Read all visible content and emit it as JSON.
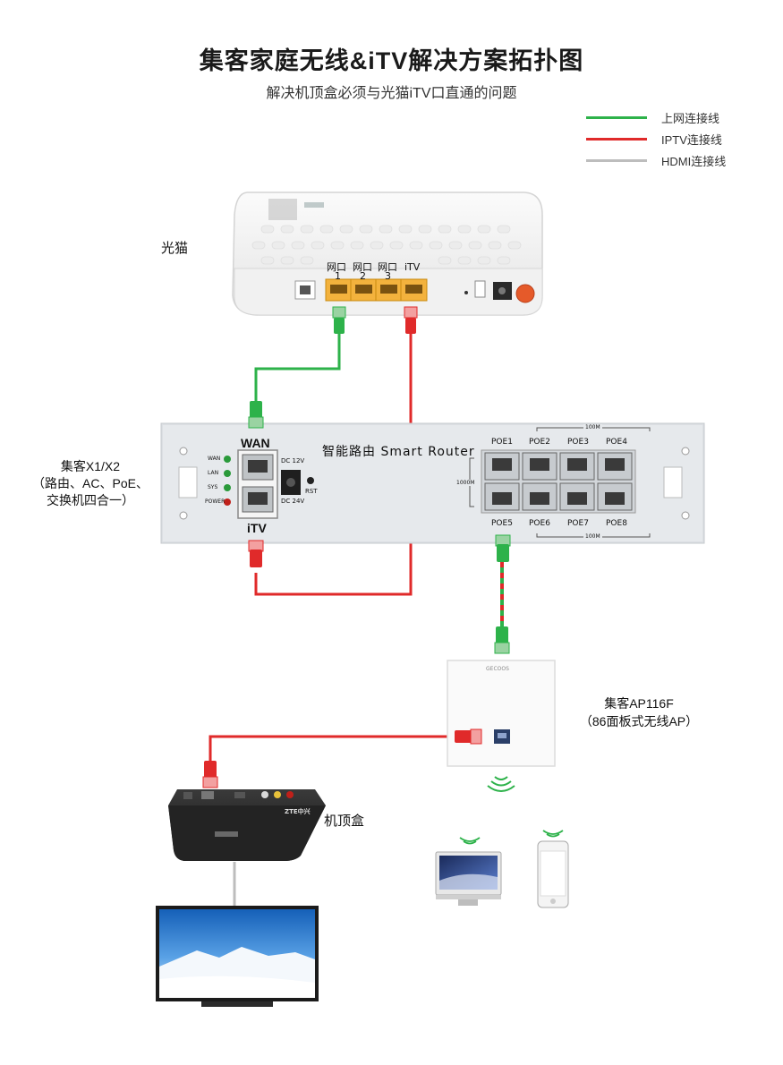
{
  "title": "集客家庭无线&iTV解决方案拓扑图",
  "subtitle": "解决机顶盒必须与光猫iTV口直通的问题",
  "legend": [
    {
      "label": "上网连接线",
      "color": "#2db24a"
    },
    {
      "label": "IPTV连接线",
      "color": "#e02a2a"
    },
    {
      "label": "HDMI连接线",
      "color": "#bdbdbd"
    }
  ],
  "devices": {
    "onu": {
      "label": "光猫",
      "ports": [
        {
          "name": "网口",
          "num": "1"
        },
        {
          "name": "网口",
          "num": "2"
        },
        {
          "name": "网口",
          "num": "3"
        },
        {
          "name": "iTV",
          "num": ""
        }
      ]
    },
    "router": {
      "label_lines": [
        "集客X1/X2",
        "（路由、AC、PoE、",
        "交换机四合一）"
      ],
      "panel_title": "智能路由 Smart Router",
      "wan": "WAN",
      "itv": "iTV",
      "leds": [
        "WAN",
        "LAN",
        "SYS",
        "POWER"
      ],
      "dc_label": "DC 12V",
      "dc_label2": "DC 24V",
      "rst": "RST",
      "poe_top": [
        "POE1",
        "POE2",
        "POE3",
        "POE4"
      ],
      "poe_bottom": [
        "POE5",
        "POE6",
        "POE7",
        "POE8"
      ],
      "speed_top": "100M",
      "speed_bottom": "100M",
      "speed_side": "1000M"
    },
    "ap": {
      "label_lines": [
        "集客AP116F",
        "（86面板式无线AP）"
      ],
      "brand": "GECOOS"
    },
    "stb": {
      "label": "机顶盒",
      "brand": "ZTE中兴"
    }
  }
}
